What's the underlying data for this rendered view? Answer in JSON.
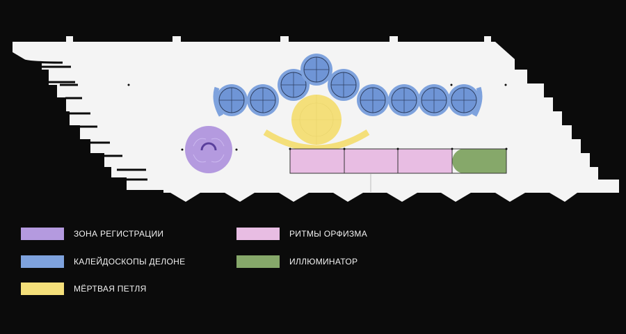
{
  "colors": {
    "background": "#0b0b0b",
    "floor": "#f4f4f4",
    "registration": "#b49adf",
    "kaleidoscopes": "#7ea2dd",
    "dead_loop": "#f4df7a",
    "orphism": "#e8bde3",
    "illuminator": "#86a86a"
  },
  "legend": [
    {
      "label": "ЗОНА РЕГИСТРАЦИИ",
      "color": "#b49adf"
    },
    {
      "label": "КАЛЕЙДОСКОПЫ ДЕЛОНЕ",
      "color": "#7ea2dd"
    },
    {
      "label": "МЁРТВАЯ ПЕТЛЯ",
      "color": "#f4df7a"
    },
    {
      "label": "РИТМЫ ОРФИЗМА",
      "color": "#e8bde3"
    },
    {
      "label": "ИЛЛЮМИНАТОР",
      "color": "#86a86a"
    }
  ]
}
